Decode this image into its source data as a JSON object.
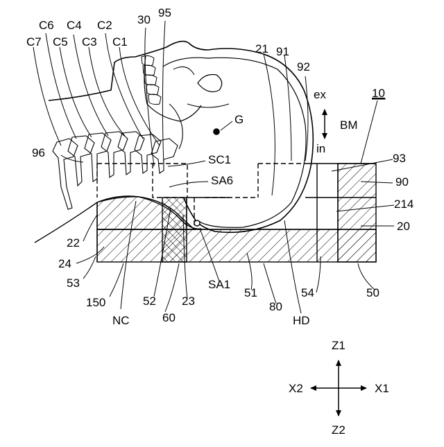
{
  "labels": {
    "c7": "C7",
    "c6": "C6",
    "c5": "C5",
    "c4": "C4",
    "c3": "C3",
    "c2": "C2",
    "c1": "C1",
    "n30": "30",
    "n95": "95",
    "n21": "21",
    "n91": "91",
    "n92": "92",
    "ex": "ex",
    "bm": "BM",
    "in": "in",
    "n10": "10",
    "g": "G",
    "n96": "96",
    "sc1": "SC1",
    "sa6": "SA6",
    "n93": "93",
    "n90": "90",
    "n214": "214",
    "n20": "20",
    "n22": "22",
    "n24": "24",
    "n53": "53",
    "n150": "150",
    "n52": "52",
    "n23": "23",
    "sa1": "SA1",
    "n51": "51",
    "n80": "80",
    "n54": "54",
    "n50": "50",
    "nc": "NC",
    "n60": "60",
    "hd": "HD",
    "z1": "Z1",
    "z2": "Z2",
    "x1": "X1",
    "x2": "X2"
  }
}
